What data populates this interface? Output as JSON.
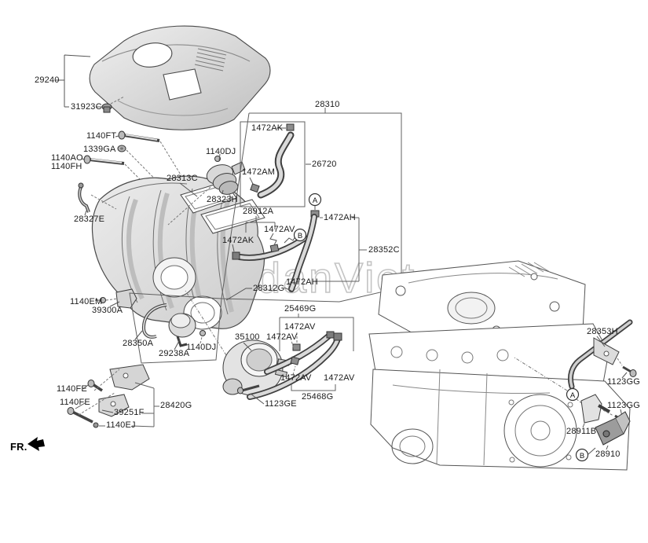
{
  "watermark": "SedanViet.vn",
  "callouts": {
    "a": "A",
    "b": "B"
  },
  "labels": [
    "29240",
    "31923C",
    "1140FT",
    "1339GA",
    "1140AO",
    "1140FH",
    "28313C",
    "1140DJ",
    "28323H",
    "1472AK",
    "26720",
    "1472AM",
    "28310",
    "28912A",
    "1472AV",
    "1472AK",
    "1472AH",
    "28352C",
    "1472AH",
    "28312G",
    "28327E",
    "1140EM",
    "39300A",
    "25469G",
    "1472AV",
    "1472AV",
    "35100",
    "1472AV",
    "1472AV",
    "25468G",
    "1123GE",
    "28350A",
    "29238A",
    "1140DJ",
    "1140FE",
    "1140FE",
    "28420G",
    "39251F",
    "1140EJ",
    "28353H",
    "1123GG",
    "1123GG",
    "28911B",
    "28910",
    "FR."
  ]
}
